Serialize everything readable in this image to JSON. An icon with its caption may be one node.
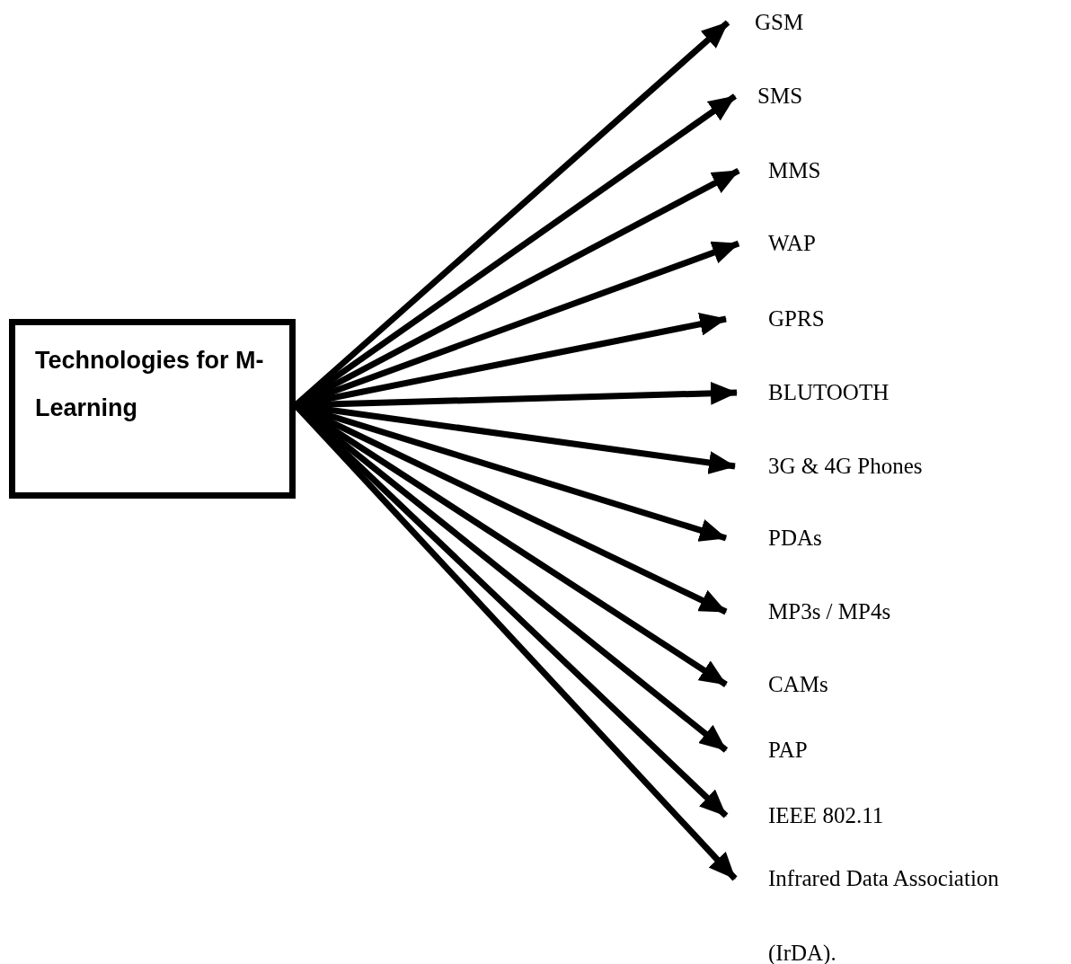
{
  "diagram": {
    "nodes": [
      {
        "text": [
          "Technologies for M- Learning"
        ]
      },
      {
        "text": [
          "GSM"
        ]
      },
      {
        "text": [
          "SMS"
        ]
      },
      {
        "text": [
          "MMS"
        ]
      },
      {
        "text": [
          "WAP"
        ]
      },
      {
        "text": [
          "GPRS"
        ]
      },
      {
        "text": [
          "BLUTOOTH"
        ]
      },
      {
        "text": [
          "3G & 4G Phones"
        ]
      },
      {
        "text": [
          "PDAs"
        ]
      },
      {
        "text": [
          "MP3s / MP4s"
        ]
      },
      {
        "text": [
          "CAMs"
        ]
      },
      {
        "text": [
          "PAP"
        ]
      },
      {
        "text": [
          "IEEE 802.11"
        ]
      },
      {
        "text": [
          "Infrared Data Association (IrDA)."
        ]
      }
    ],
    "edges": [
      {
        "from": 0,
        "to": 1,
        "arrow": "to"
      },
      {
        "from": 0,
        "to": 2,
        "arrow": "to"
      },
      {
        "from": 0,
        "to": 3,
        "arrow": "to"
      },
      {
        "from": 0,
        "to": 4,
        "arrow": "to"
      },
      {
        "from": 0,
        "to": 5,
        "arrow": "to"
      },
      {
        "from": 0,
        "to": 6,
        "arrow": "to"
      },
      {
        "from": 0,
        "to": 7,
        "arrow": "to"
      },
      {
        "from": 0,
        "to": 8,
        "arrow": "to"
      },
      {
        "from": 0,
        "to": 9,
        "arrow": "to"
      },
      {
        "from": 0,
        "to": 10,
        "arrow": "to"
      },
      {
        "from": 0,
        "to": 11,
        "arrow": "to"
      },
      {
        "from": 0,
        "to": 12,
        "arrow": "to"
      },
      {
        "from": 0,
        "to": 13,
        "arrow": "to"
      }
    ]
  }
}
